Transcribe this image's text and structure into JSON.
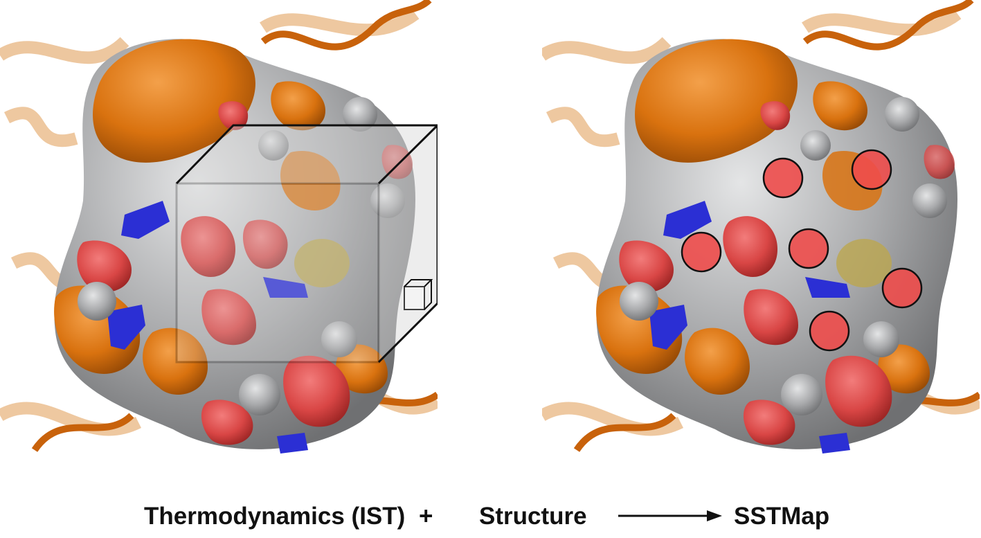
{
  "caption": {
    "term_thermo": "Thermodynamics (IST)",
    "operator_plus": "+",
    "term_structure": "Structure",
    "result": "SSTMap"
  },
  "colors": {
    "protein_orange": "#d9720f",
    "surface_gray": "#a9aaac",
    "oxygen_red": "#d94645",
    "nitrogen_blue": "#2b2fd4",
    "sulfur_yellow": "#bca64f",
    "hydration_site_red": "#ee4d4b",
    "grid_box_fill": "#d6d6d6",
    "outline_black": "#111111"
  },
  "panels": [
    {
      "name": "grid-analysis-panel",
      "overlay": "grid-box-with-voxel"
    },
    {
      "name": "hydration-sites-panel",
      "overlay": "hydration-site-circles",
      "site_count": 6
    }
  ]
}
